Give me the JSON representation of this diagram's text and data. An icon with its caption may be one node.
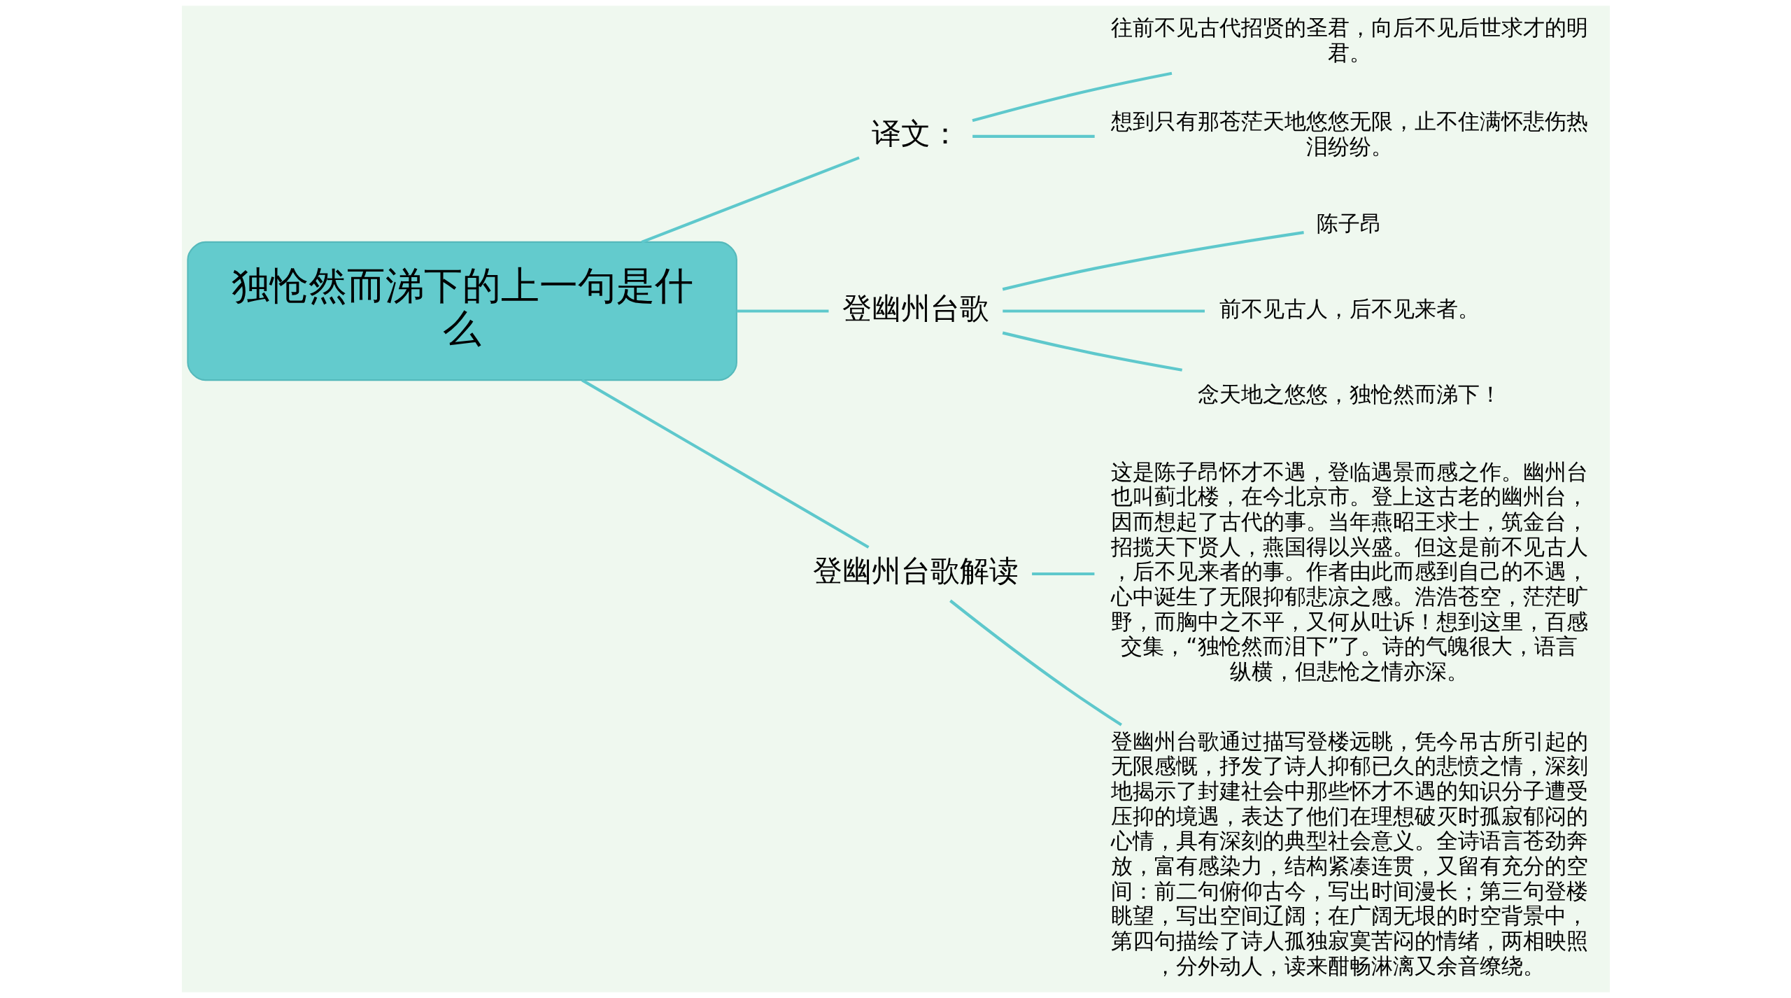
{
  "diagram": {
    "nodes": [
      {
        "text": [
          "独怆然而涕下的上一句是什么"
        ]
      },
      {
        "text": [
          "译文："
        ]
      },
      {
        "text": [
          "往前不见古代招贤的圣君，向后不见后世求才的明君。"
        ]
      },
      {
        "text": [
          "想到只有那苍茫天地悠悠无限，止不住满怀悲伤热泪纷纷。"
        ]
      },
      {
        "text": [
          "登幽州台歌"
        ]
      },
      {
        "text": [
          "陈子昂"
        ]
      },
      {
        "text": [
          "前不见古人，后不见来者。"
        ]
      },
      {
        "text": [
          "念天地之悠悠，独怆然而涕下！"
        ]
      },
      {
        "text": [
          "登幽州台歌解读"
        ]
      },
      {
        "text": [
          "这是陈子昂怀才不遇，登临遇景而感之作。幽州台也叫蓟北楼，在今北京市。登上这古老的幽州台，因而想起了古代的事。当年燕昭王求士，筑金台，招揽天下贤人，燕国得以兴盛。但这是前不见古人，后不见来者的事。作者由此而感到自己的不遇，心中诞生了无限抑郁悲凉之感。浩浩苍空，茫茫旷野，而胸中之不平，又何从吐诉！想到这里，百感交集，“独怆然而泪下”了。诗的气魄很大，语言纵横，但悲怆之情亦深。"
        ]
      },
      {
        "text": [
          "登幽州台歌通过描写登楼远眺，凭今吊古所引起的无限感慨，抒发了诗人抑郁已久的悲愤之情，深刻地揭示了封建社会中那些怀才不遇的知识分子遭受压抑的境遇，表达了他们在理想破灭时孤寂郁闷的心情，具有深刻的典型社会意义。全诗语言苍劲奔放，富有感染力，结构紧凑连贯，又留有充分的空间：前二句俯仰古今，写出时间漫长；第三句登楼眺望，写出空间辽阔；在广阔无垠的时空背景中，第四句描绘了诗人孤独寂寞苦闷的情绪，两相映照，分外动人，读来酣畅淋漓又余音缭绕。"
        ]
      }
    ],
    "edges": [
      {
        "from": 0,
        "to": 1,
        "arrow": "none"
      },
      {
        "from": 1,
        "to": 2,
        "arrow": "none"
      },
      {
        "from": 1,
        "to": 3,
        "arrow": "none"
      },
      {
        "from": 0,
        "to": 4,
        "arrow": "none"
      },
      {
        "from": 4,
        "to": 5,
        "arrow": "none"
      },
      {
        "from": 4,
        "to": 6,
        "arrow": "none"
      },
      {
        "from": 4,
        "to": 7,
        "arrow": "none"
      },
      {
        "from": 0,
        "to": 8,
        "arrow": "none"
      },
      {
        "from": 8,
        "to": 9,
        "arrow": "none"
      },
      {
        "from": 8,
        "to": 10,
        "arrow": "none"
      }
    ]
  }
}
